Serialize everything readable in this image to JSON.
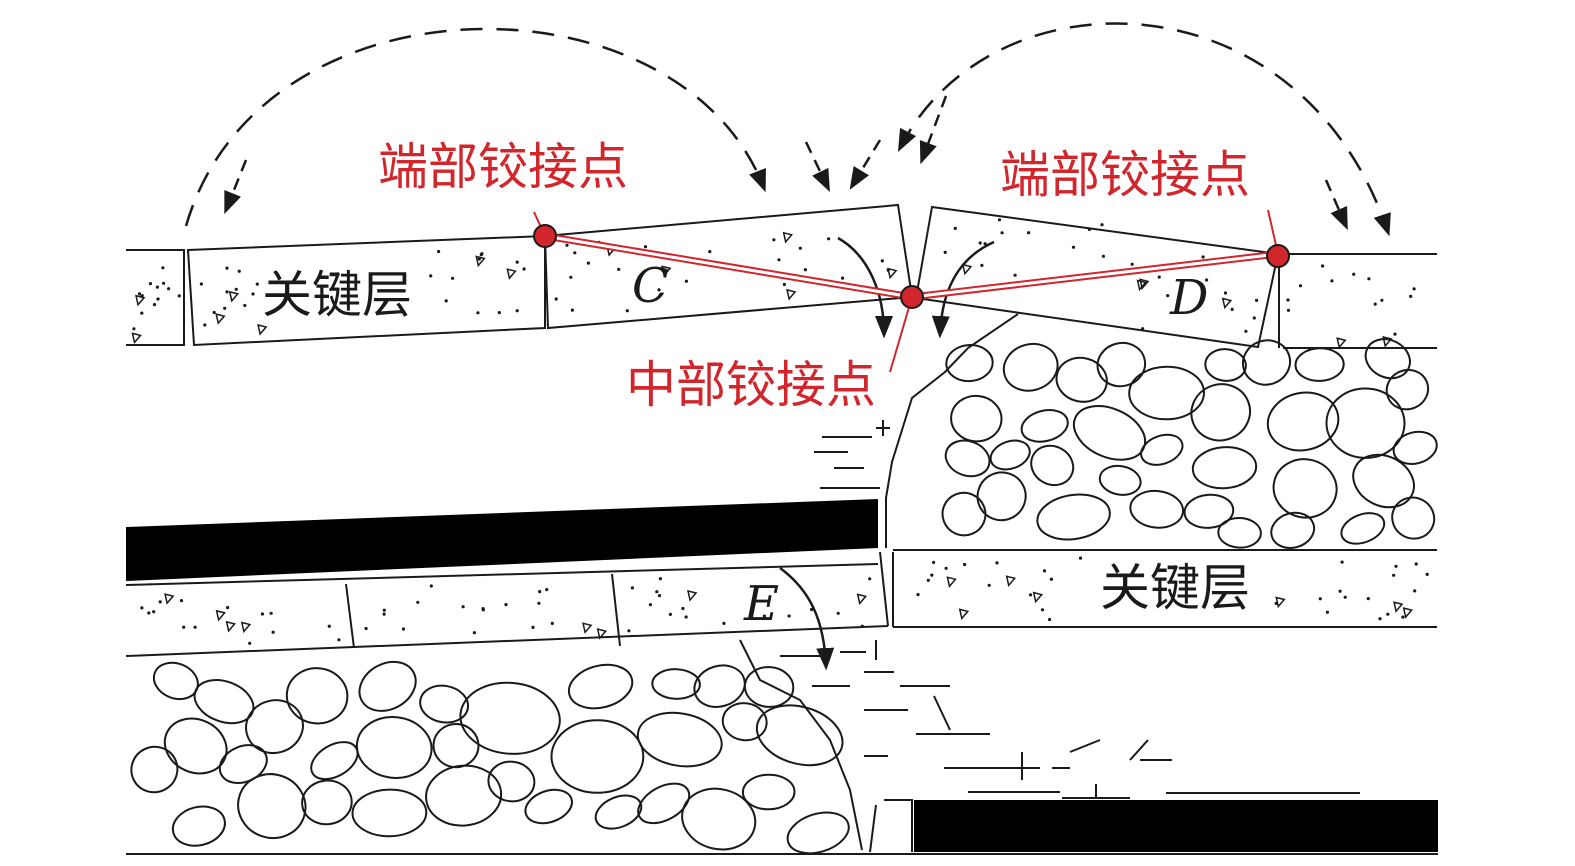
{
  "labels": {
    "end_hinge_left": "端部铰接点",
    "end_hinge_right": "端部铰接点",
    "middle_hinge": "中部铰接点",
    "key_layer_upper": "关键层",
    "key_layer_lower": "关键层",
    "block_c": "C",
    "block_d": "D",
    "block_e": "E"
  },
  "colors": {
    "hinge": "#d0262c",
    "hinge_label": "#d0262c",
    "line": "#1a1a1a",
    "coal": "#000000"
  },
  "icons": {
    "hinge_point": "red-dot",
    "load_arrow": "arrow-icon"
  }
}
